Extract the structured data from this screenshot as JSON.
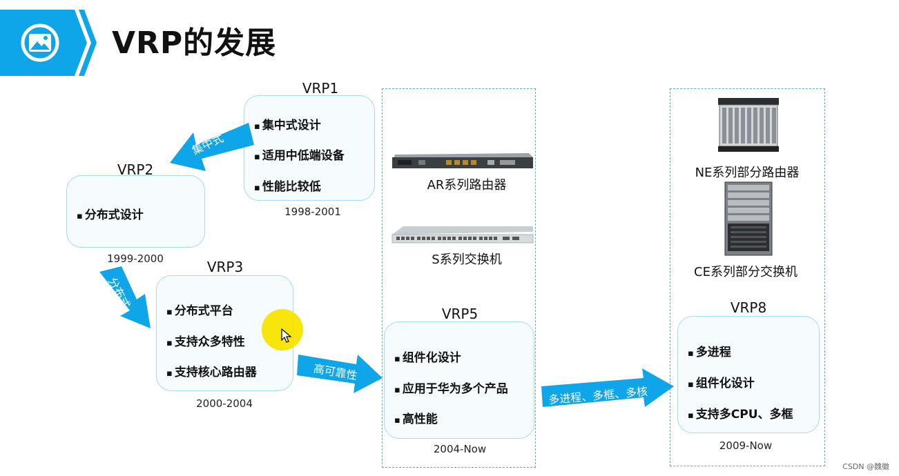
{
  "title": "VRP的发展",
  "colors": {
    "accent": "#0ea5e9",
    "box_border": "#a9d8f0",
    "box_fill": "#f6fbfe",
    "dashed": "#5aa9d6",
    "highlight": "#f7e400"
  },
  "header_icon": "image-icon",
  "versions": {
    "vrp1": {
      "name": "VRP1",
      "date": "1998-2001",
      "features": [
        "集中式设计",
        "适用中低端设备",
        "性能比较低"
      ]
    },
    "vrp2": {
      "name": "VRP2",
      "date": "1999-2000",
      "features": [
        "分布式设计"
      ]
    },
    "vrp3": {
      "name": "VRP3",
      "date": "2000-2004",
      "features": [
        "分布式平台",
        "支持众多特性",
        "支持核心路由器"
      ]
    },
    "vrp5": {
      "name": "VRP5",
      "date": "2004-Now",
      "features": [
        "组件化设计",
        "应用于华为多个产品",
        "高性能"
      ]
    },
    "vrp8": {
      "name": "VRP8",
      "date": "2009-Now",
      "features": [
        "多进程",
        "组件化设计",
        "支持多CPU、多框"
      ]
    }
  },
  "arrows": {
    "a1": "集中式",
    "a2": "分布式",
    "a3": "高可靠性",
    "a4": "多进程、多框、多核"
  },
  "devices": {
    "ar": "AR系列路由器",
    "s": "S系列交换机",
    "ne": "NE系列部分路由器",
    "ce": "CE系列部分交换机"
  },
  "watermark": "CSDN @魏徽"
}
